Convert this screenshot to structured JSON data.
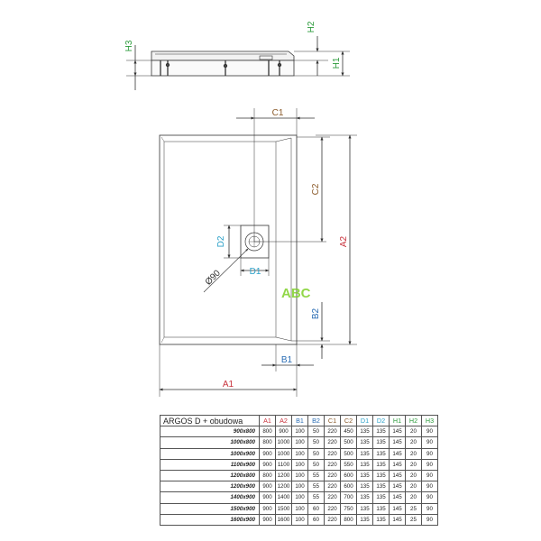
{
  "colors": {
    "red": "#c8323c",
    "blue": "#2a6db4",
    "green": "#2a9a3a",
    "brown": "#8a5a2a",
    "cyan": "#2aa0c8",
    "gray": "#333333",
    "watermark": "#7fd12a"
  },
  "labels": {
    "h3": "H3",
    "h2": "H2",
    "h1": "H1",
    "c1": "C1",
    "c2": "C2",
    "a2": "A2",
    "a1": "A1",
    "b1": "B1",
    "b2": "B2",
    "d1": "D1",
    "d2": "D2",
    "drain_dia": "Ø90"
  },
  "watermark": "ABC",
  "table": {
    "title": "ARGOS D + obudowa",
    "headers": [
      "A1",
      "A2",
      "B1",
      "B2",
      "C1",
      "C2",
      "D1",
      "D2",
      "H1",
      "H2",
      "H3"
    ],
    "header_colors": [
      "red",
      "red",
      "blue",
      "blue",
      "brown",
      "brown",
      "cyan",
      "cyan",
      "green",
      "green",
      "green"
    ],
    "rows": [
      {
        "model": "900x800",
        "values": [
          "800",
          "900",
          "100",
          "50",
          "220",
          "450",
          "135",
          "135",
          "145",
          "20",
          "90"
        ]
      },
      {
        "model": "1000x800",
        "values": [
          "800",
          "1000",
          "100",
          "50",
          "220",
          "500",
          "135",
          "135",
          "145",
          "20",
          "90"
        ]
      },
      {
        "model": "1000x900",
        "values": [
          "900",
          "1000",
          "100",
          "50",
          "220",
          "500",
          "135",
          "135",
          "145",
          "20",
          "90"
        ]
      },
      {
        "model": "1100x900",
        "values": [
          "900",
          "1100",
          "100",
          "50",
          "220",
          "550",
          "135",
          "135",
          "145",
          "20",
          "90"
        ]
      },
      {
        "model": "1200x800",
        "values": [
          "800",
          "1200",
          "100",
          "55",
          "220",
          "600",
          "135",
          "135",
          "145",
          "20",
          "90"
        ]
      },
      {
        "model": "1200x900",
        "values": [
          "900",
          "1200",
          "100",
          "55",
          "220",
          "600",
          "135",
          "135",
          "145",
          "20",
          "90"
        ]
      },
      {
        "model": "1400x900",
        "values": [
          "900",
          "1400",
          "100",
          "55",
          "220",
          "700",
          "135",
          "135",
          "145",
          "20",
          "90"
        ]
      },
      {
        "model": "1500x900",
        "values": [
          "900",
          "1500",
          "100",
          "60",
          "220",
          "750",
          "135",
          "135",
          "145",
          "25",
          "90"
        ]
      },
      {
        "model": "1600x900",
        "values": [
          "900",
          "1600",
          "100",
          "60",
          "220",
          "800",
          "135",
          "135",
          "145",
          "25",
          "90"
        ]
      }
    ]
  }
}
